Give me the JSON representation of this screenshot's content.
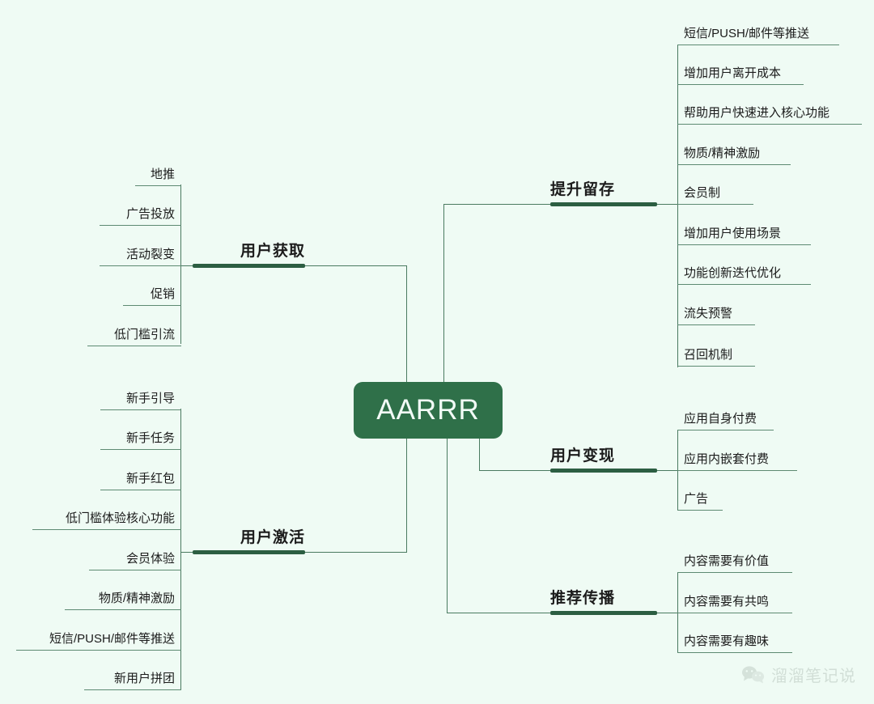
{
  "center": {
    "label": "AARRR",
    "fill": "#2f7049",
    "text_color": "#f2fbf6"
  },
  "theme": {
    "background": "#effbf4",
    "bar_color": "#2c5e42",
    "line_color": "#4a7a60",
    "leaf_line_color": "#5d8a72",
    "text_color": "#1b1b1b"
  },
  "branches": [
    {
      "id": "retention",
      "label": "提升留存",
      "side": "right",
      "leaves": [
        "短信/PUSH/邮件等推送",
        "增加用户离开成本",
        "帮助用户快速进入核心功能",
        "物质/精神激励",
        "会员制",
        "增加用户使用场景",
        "功能创新迭代优化",
        "流失预警",
        "召回机制"
      ]
    },
    {
      "id": "monetization",
      "label": "用户变现",
      "side": "right",
      "leaves": [
        "应用自身付费",
        "应用内嵌套付费",
        "广告"
      ]
    },
    {
      "id": "referral",
      "label": "推荐传播",
      "side": "right",
      "leaves": [
        "内容需要有价值",
        "内容需要有共鸣",
        "内容需要有趣味"
      ]
    },
    {
      "id": "acquisition",
      "label": "用户获取",
      "side": "left",
      "leaves": [
        "地推",
        "广告投放",
        "活动裂变",
        "促销",
        "低门槛引流"
      ]
    },
    {
      "id": "activation",
      "label": "用户激活",
      "side": "left",
      "leaves": [
        "新手引导",
        "新手任务",
        "新手红包",
        "低门槛体验核心功能",
        "会员体验",
        "物质/精神激励",
        "短信/PUSH/邮件等推送",
        "新用户拼团"
      ]
    }
  ],
  "watermark": {
    "text": "溜溜笔记说",
    "icon": "wechat-icon"
  }
}
